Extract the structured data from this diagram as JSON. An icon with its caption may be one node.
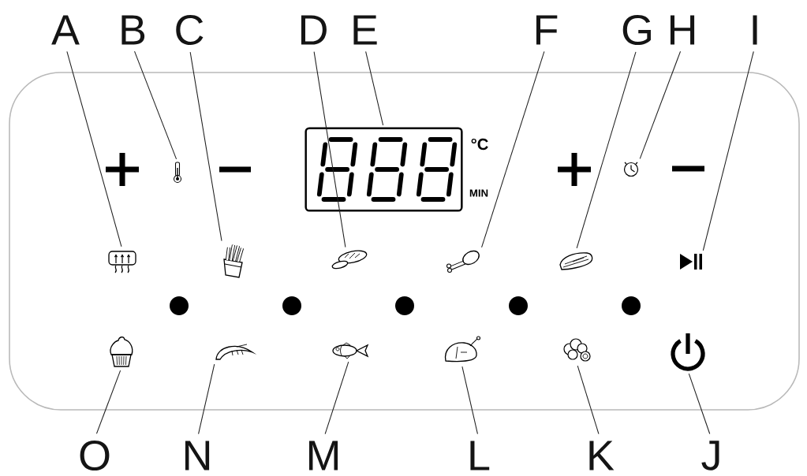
{
  "diagram": {
    "nodes": [
      {
        "text": [
          "A"
        ]
      },
      {
        "text": [
          "B"
        ]
      },
      {
        "text": [
          "C"
        ]
      },
      {
        "text": [
          "D"
        ]
      },
      {
        "text": [
          "E"
        ]
      },
      {
        "text": [
          "F"
        ]
      },
      {
        "text": [
          "G"
        ]
      },
      {
        "text": [
          "H"
        ]
      },
      {
        "text": [
          "I"
        ]
      },
      {
        "text": [
          "O"
        ]
      },
      {
        "text": [
          "N"
        ]
      },
      {
        "text": [
          "M"
        ]
      },
      {
        "text": [
          "L"
        ]
      },
      {
        "text": [
          "K"
        ]
      },
      {
        "text": [
          "J"
        ]
      },
      {
        "text": [],
        "shape": "picture"
      },
      {
        "text": [],
        "shape": "box",
        "beside": [
          "°C",
          "MIN"
        ]
      },
      {
        "text": [],
        "shape": "picture"
      },
      {
        "text": [],
        "shape": "picture"
      },
      {
        "text": [],
        "shape": "picture"
      },
      {
        "text": [],
        "shape": "picture"
      },
      {
        "text": [],
        "shape": "picture"
      },
      {
        "text": [],
        "shape": "picture"
      },
      {
        "text": [],
        "shape": "picture"
      },
      {
        "text": [],
        "shape": "picture"
      },
      {
        "text": [],
        "shape": "picture"
      },
      {
        "text": [],
        "shape": "picture"
      },
      {
        "text": [],
        "shape": "picture"
      },
      {
        "text": [],
        "shape": "picture"
      },
      {
        "text": [],
        "shape": "picture"
      }
    ],
    "edges": [
      {
        "from": 0,
        "to": 18,
        "arrow": "none"
      },
      {
        "from": 1,
        "to": 15,
        "arrow": "none"
      },
      {
        "from": 2,
        "to": 19,
        "arrow": "none"
      },
      {
        "from": 3,
        "to": 20,
        "arrow": "none"
      },
      {
        "from": 4,
        "to": 16,
        "arrow": "none"
      },
      {
        "from": 5,
        "to": 21,
        "arrow": "none"
      },
      {
        "from": 6,
        "to": 22,
        "arrow": "none"
      },
      {
        "from": 7,
        "to": 17,
        "arrow": "none"
      },
      {
        "from": 8,
        "to": 23,
        "arrow": "none"
      },
      {
        "from": 9,
        "to": 24,
        "arrow": "none"
      },
      {
        "from": 10,
        "to": 25,
        "arrow": "none"
      },
      {
        "from": 11,
        "to": 26,
        "arrow": "none"
      },
      {
        "from": 12,
        "to": 27,
        "arrow": "none"
      },
      {
        "from": 13,
        "to": 28,
        "arrow": "none"
      },
      {
        "from": 14,
        "to": 29,
        "arrow": "none"
      }
    ]
  }
}
